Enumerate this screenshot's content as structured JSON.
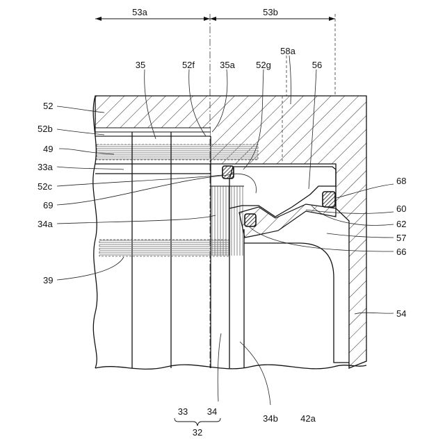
{
  "labels": {
    "l53a": "53a",
    "l53b": "53b",
    "l58a": "58a",
    "l35": "35",
    "l52f": "52f",
    "l35a": "35a",
    "l52g": "52g",
    "l56": "56",
    "l52": "52",
    "l52b": "52b",
    "l49": "49",
    "l33a": "33a",
    "l52c": "52c",
    "l69": "69",
    "l34a": "34a",
    "l39": "39",
    "l68": "68",
    "l60": "60",
    "l62": "62",
    "l57": "57",
    "l66": "66",
    "l54": "54",
    "l33": "33",
    "l34": "34",
    "l32": "32",
    "l34b": "34b",
    "l42a": "42a"
  }
}
